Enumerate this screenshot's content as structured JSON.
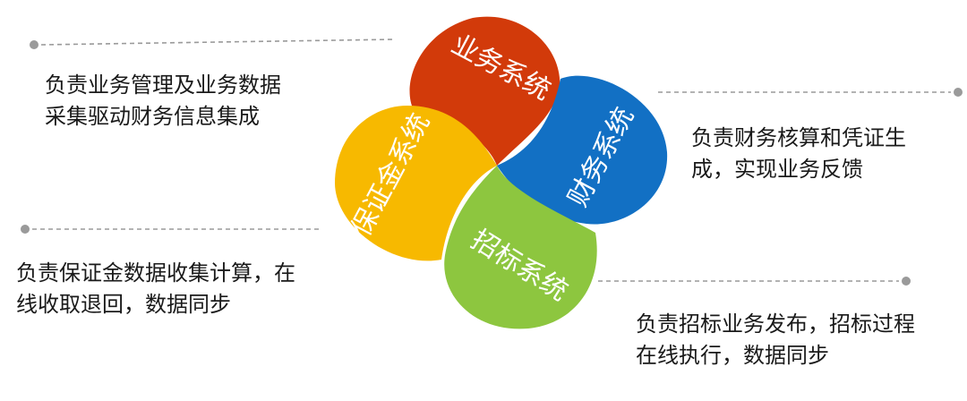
{
  "colors": {
    "business": "#D23A0A",
    "finance": "#1270C4",
    "bidding": "#8DC63F",
    "deposit": "#F7B900",
    "connector": "#9A9A9A",
    "text": "#1A1A1A"
  },
  "systems": {
    "business": {
      "label": "业务系统",
      "description": [
        "负责业务管理及业务数据",
        "采集驱动财务信息集成"
      ]
    },
    "finance": {
      "label": "财务系统",
      "description": [
        "负责财务核算和凭证生",
        "成，实现业务反馈"
      ]
    },
    "bidding": {
      "label": "招标系统",
      "description": [
        "负责招标业务发布，招标过程",
        "在线执行，数据同步"
      ]
    },
    "deposit": {
      "label": "保证金系统",
      "description": [
        "负责保证金数据收集计算，在",
        "线收取退回，数据同步"
      ]
    }
  }
}
